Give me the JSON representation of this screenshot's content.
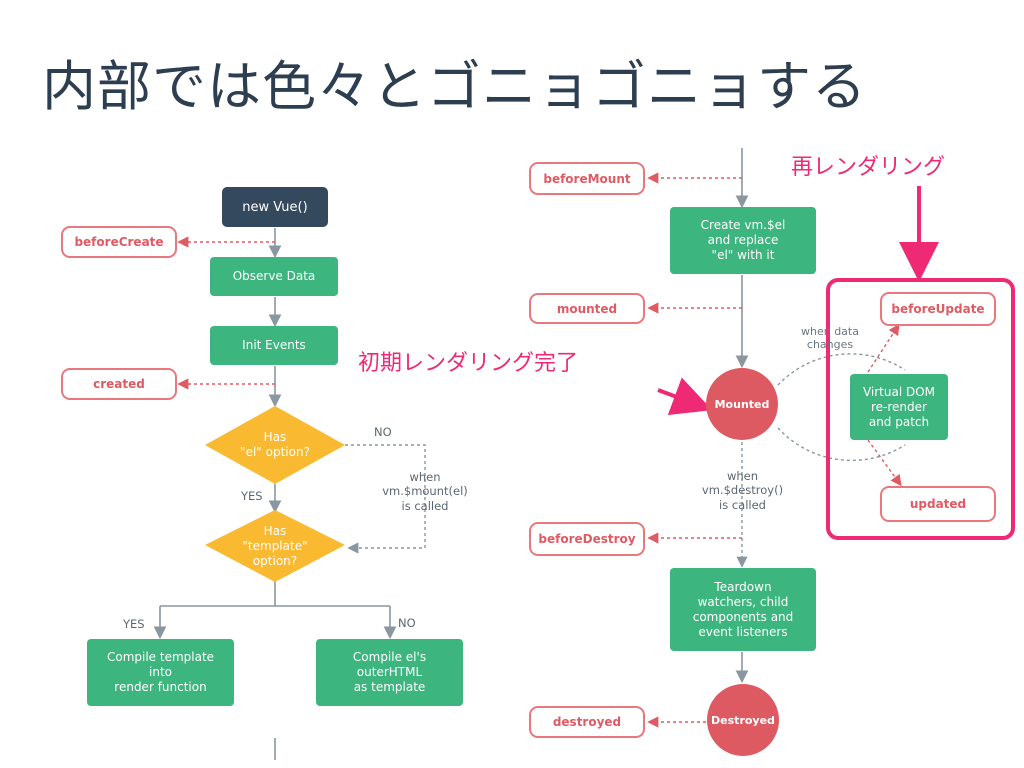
{
  "title": "内部では色々とゴニョゴニョする",
  "annotations": {
    "rerender": "再レンダリング",
    "initial_render": "初期レンダリング完了"
  },
  "nodes": {
    "new_vue": "new Vue()",
    "observe_data": "Observe Data",
    "init_events": "Init Events",
    "has_el": "Has\n\"el\" option?",
    "has_template": "Has\n\"template\"\noption?",
    "compile_template": "Compile template\ninto\nrender function",
    "compile_el": "Compile el's\nouterHTML\nas template",
    "create_vm_el": "Create vm.$el\nand replace\n\"el\" with it",
    "mounted_circle": "Mounted",
    "virtual_dom": "Virtual DOM\nre-render\nand patch",
    "teardown": "Teardown\nwatchers, child\ncomponents and\nevent listeners",
    "destroyed_circle": "Destroyed"
  },
  "hooks": {
    "before_create": "beforeCreate",
    "created": "created",
    "before_mount": "beforeMount",
    "mounted": "mounted",
    "before_update": "beforeUpdate",
    "updated": "updated",
    "before_destroy": "beforeDestroy",
    "destroyed": "destroyed"
  },
  "labels": {
    "no_1": "NO",
    "yes_1": "YES",
    "when_mount": "when\nvm.$mount(el)\nis called",
    "yes_2": "YES",
    "no_2": "NO",
    "when_data_changes": "when data\nchanges",
    "when_destroy": "when\nvm.$destroy()\nis called"
  },
  "colors": {
    "green": "#3db57e",
    "dark": "#35495e",
    "hook_border": "#e8787c",
    "circle": "#de5a62",
    "diamond": "#f9b931",
    "annotation": "#ee2a74",
    "line": "#8a96a0"
  }
}
